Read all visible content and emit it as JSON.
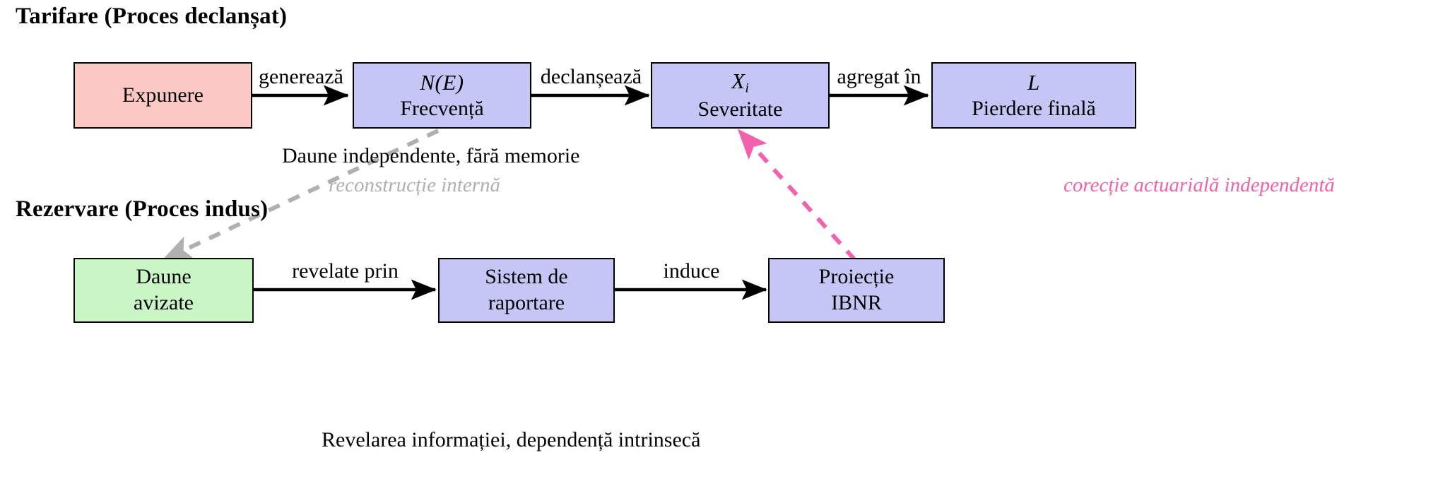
{
  "sections": [
    {
      "id": "pricing",
      "title": "Tarifare (Proces declanșat)"
    },
    {
      "id": "reserving",
      "title": "Rezervare (Proces indus)"
    }
  ],
  "colors": {
    "exposure_fill": "#fbc9c4",
    "process_fill": "#c5c6f5",
    "claims_fill": "#caf5c4",
    "stroke": "#000000",
    "gray_dashed": "#b0b0b0",
    "pink_dashed": "#f261ab"
  },
  "nodes": [
    {
      "id": "expunere",
      "line1": "Expunere",
      "line2": "",
      "fill": "exposure_fill"
    },
    {
      "id": "frecventa",
      "line1": "N(E)",
      "line2": "Frecvență",
      "fill": "process_fill",
      "math": true
    },
    {
      "id": "severitate",
      "line1": "X",
      "sub": "i",
      "line2": "Severitate",
      "fill": "process_fill",
      "math": true
    },
    {
      "id": "pierdere",
      "line1": "L",
      "line2": "Pierdere finală",
      "fill": "process_fill",
      "math": true
    },
    {
      "id": "daune",
      "line1": "Daune",
      "line2": "avizate",
      "fill": "claims_fill"
    },
    {
      "id": "sistem",
      "line1": "Sistem de",
      "line2": "raportare",
      "fill": "process_fill"
    },
    {
      "id": "ibnr",
      "line1": "Proiecție",
      "line2": "IBNR",
      "fill": "process_fill"
    }
  ],
  "edge_labels": [
    {
      "id": "genereaza",
      "text": "generează"
    },
    {
      "id": "declanseaza",
      "text": "declanșează"
    },
    {
      "id": "agregat",
      "text": "agregat în"
    },
    {
      "id": "revelate",
      "text": "revelate prin"
    },
    {
      "id": "induce",
      "text": "induce"
    }
  ],
  "notes": {
    "top_caption": "Daune independente, fără memorie",
    "bottom_caption": "Revelarea informației, dependență intrinsecă",
    "gray_dashed_label_line1": "reconstrucție",
    "gray_dashed_label_line2": "internă",
    "pink_dashed_label_line1": "corecție actuarială",
    "pink_dashed_label_line2": "independentă"
  }
}
